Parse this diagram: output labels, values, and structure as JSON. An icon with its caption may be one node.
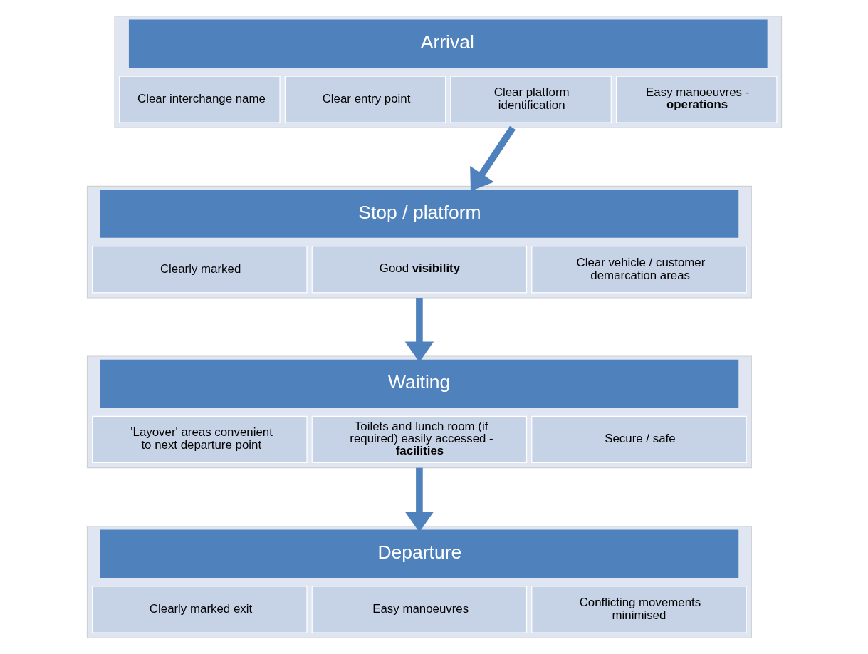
{
  "diagram": {
    "nodes": [
      {
        "text": [
          "Arrival"
        ]
      },
      {
        "text": [
          "Clear interchange name"
        ],
        "in": 0
      },
      {
        "text": [
          "Clear entry point"
        ],
        "in": 0
      },
      {
        "text": [
          "Clear platform identification"
        ],
        "in": 0
      },
      {
        "text": [
          "Easy manoeuvres - **operations**"
        ],
        "in": 0
      },
      {
        "text": [
          "Stop / platform"
        ]
      },
      {
        "text": [
          "Clearly marked"
        ],
        "in": 5
      },
      {
        "text": [
          "Good **visibility**"
        ],
        "in": 5
      },
      {
        "text": [
          "Clear vehicle / customer demarcation areas"
        ],
        "in": 5
      },
      {
        "text": [
          "Waiting"
        ]
      },
      {
        "text": [
          "'Layover' areas convenient to next departure point"
        ],
        "in": 9
      },
      {
        "text": [
          "Toilets and lunch room (if required) easily accessed - **facilities**"
        ],
        "in": 9
      },
      {
        "text": [
          "Secure / safe"
        ],
        "in": 9
      },
      {
        "text": [
          "Departure"
        ]
      },
      {
        "text": [
          "Clearly marked exit"
        ],
        "in": 13
      },
      {
        "text": [
          "Easy manoeuvres"
        ],
        "in": 13
      },
      {
        "text": [
          "Conflicting movements minimised"
        ],
        "in": 13
      }
    ],
    "edges": [
      {
        "from": 0,
        "to": 5,
        "arrow": "to"
      },
      {
        "from": 5,
        "to": 9,
        "arrow": "to"
      },
      {
        "from": 9,
        "to": 13,
        "arrow": "to"
      }
    ]
  }
}
